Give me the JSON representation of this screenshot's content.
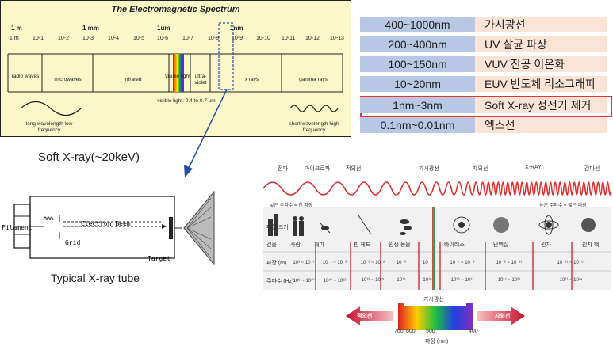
{
  "em_spectrum": {
    "title": "The Electromagnetic Spectrum",
    "scale_labels": {
      "m1": "1 m",
      "mm1": "1 mm",
      "um1": "1um",
      "nm1": "1nm"
    },
    "exponents": [
      "1 m",
      "10-1",
      "10-2",
      "10-3",
      "10-4",
      "10-5",
      "10-6",
      "10-7",
      "10-8",
      "10-9",
      "10-10",
      "10-11",
      "10-12",
      "10-13"
    ],
    "bands": [
      "radio waves",
      "microwaves",
      "infrared",
      "visible light",
      "ultra- violet",
      "x rays",
      "gamma rays"
    ],
    "visible_note": "visible light: 0.4 to 0.7 um",
    "long_wave": "long wavelength low frequency",
    "short_wave": "short wavelength high frequency"
  },
  "table": [
    {
      "range": "400~1000nm",
      "desc": "가시광선"
    },
    {
      "range": "200~400nm",
      "desc": "UV 살균 파장"
    },
    {
      "range": "100~150nm",
      "desc": "VUV 진공 이온화"
    },
    {
      "range": "10~20nm",
      "desc": "EUV 반도체 리소그래피"
    },
    {
      "range": "1nm~3nm",
      "desc": "Soft X-ray 정전기 제거"
    },
    {
      "range": "0.1nm~0.01nm",
      "desc": "엑스선"
    }
  ],
  "soft_xray_label": "Soft X-ray(~20keV)",
  "tube": {
    "caption": "Typical X-ray tube",
    "filament": "Filament",
    "electron_beam": "Electron Beem",
    "grid": "Grid",
    "target": "Target"
  },
  "wave_diagram": {
    "top_labels": [
      "전파",
      "마이크로파",
      "적외선",
      "가시광선",
      "자외선",
      "X-RAY",
      "감마선"
    ],
    "left_note": "낮은 주파수 = 긴 파장",
    "right_note": "높은 주파수 = 짧은 파장",
    "row_size": "파장 크기",
    "row_m": "파장 (m)",
    "row_hz": "주파수 (Hz)",
    "objects": [
      "건물",
      "사람",
      "개미",
      "핀 헤드",
      "원생 동물",
      "바이러스",
      "단백질",
      "원자",
      "원자 핵"
    ],
    "wavelengths": [
      "10³ ~ 10⁻¹",
      "10⁻¹ ~ 10⁻³",
      "10⁻³ ~ 10⁻⁶",
      "10⁻⁶",
      "10⁻⁷",
      "10⁻⁷ ~ 10⁻⁸",
      "10⁻⁸ ~ 10⁻¹¹",
      "10⁻¹¹ ~ 10⁻¹⁵"
    ],
    "frequencies": [
      "10⁶ ~ 10¹⁰",
      "10¹⁰ ~ 10¹²",
      "10¹² ~ 10¹⁵",
      "10¹⁵",
      "10¹⁶",
      "10¹⁶ ~ 10¹⁷",
      "10¹⁷ ~ 10²¹",
      "10²¹ ~ 10²⁴"
    ],
    "visible_label": "가시광선",
    "ir_label": "적외선",
    "uv_label": "자외선",
    "nm_ticks": [
      "700",
      "600",
      "500",
      "400"
    ],
    "nm_axis": "파장 (nm)"
  },
  "colors": {
    "table_left": "#b7c7e4",
    "table_right": "#fbe4d6",
    "highlight": "#e53333",
    "wave": "#e03030",
    "arrow": "#1f4fa8"
  }
}
